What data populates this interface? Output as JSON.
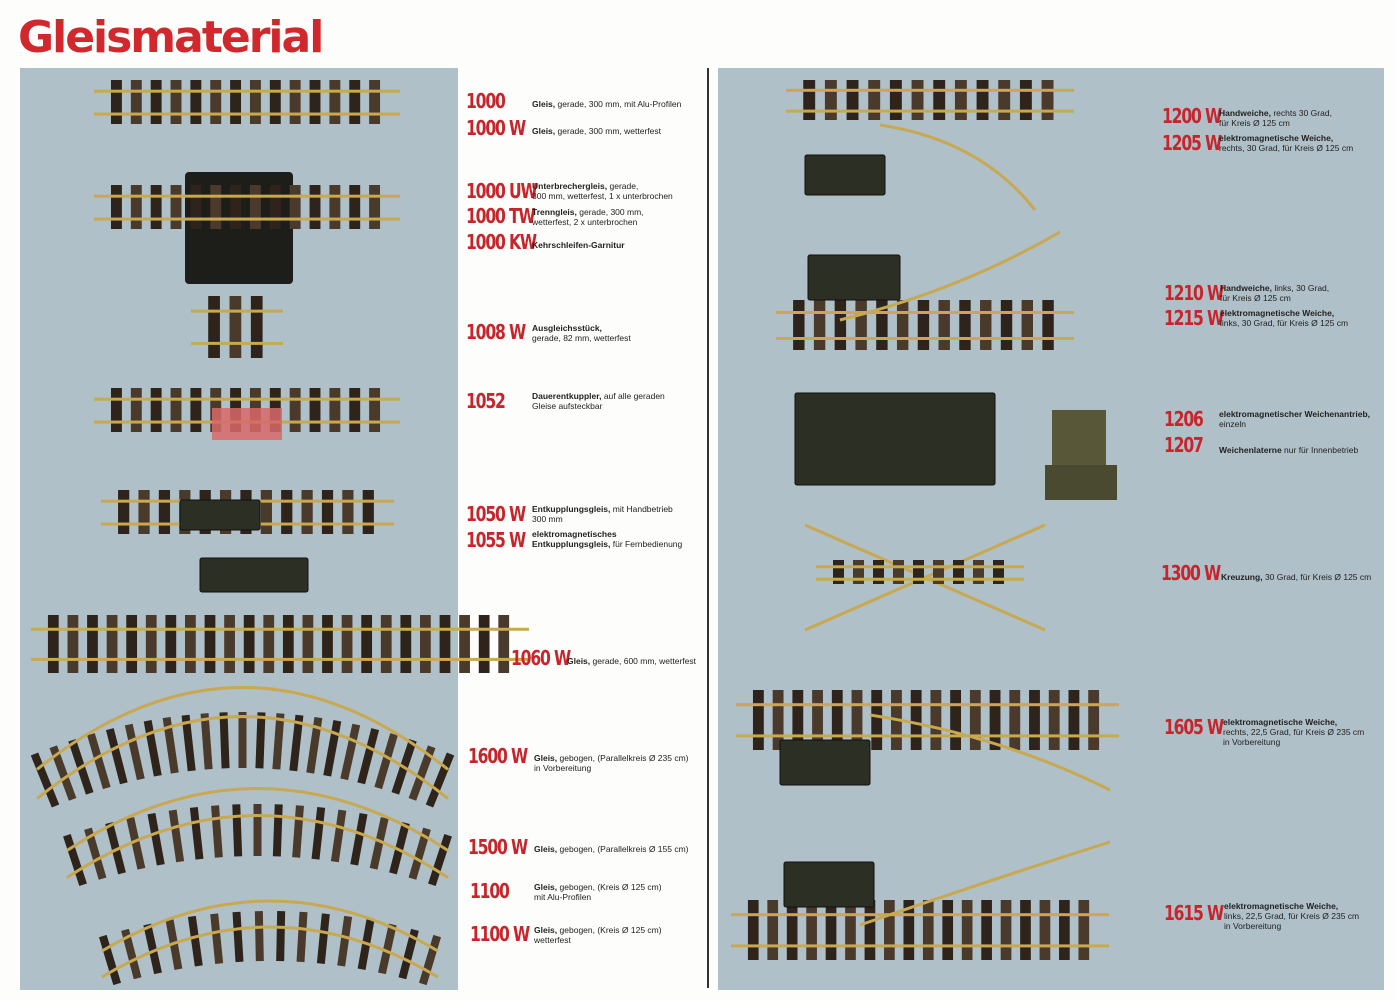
{
  "page": {
    "title": "Gleismaterial"
  },
  "colors": {
    "accent_red": "#c7252c",
    "panel_blue": "#b0c0c8",
    "sleeper_brown": "#4a3a2c",
    "rail_brass": "#c8a850"
  },
  "left_entries": [
    {
      "number": "1000",
      "name": "Gleis,",
      "text": "gerade, 300 mm, mit Alu-Profilen",
      "line2": ""
    },
    {
      "number": "1000 W",
      "name": "Gleis,",
      "text": "gerade, 300 mm, wetterfest",
      "line2": ""
    },
    {
      "number": "1000 UW",
      "name": "Unterbrechergleis,",
      "text": "gerade,",
      "line2": "300 mm, wetterfest, 1 x unterbrochen"
    },
    {
      "number": "1000 TW",
      "name": "Trenngleis,",
      "text": "gerade, 300 mm,",
      "line2": "wetterfest, 2 x unterbrochen"
    },
    {
      "number": "1000 KW",
      "name": "Kehrschleifen-Garnitur",
      "text": "",
      "line2": ""
    },
    {
      "number": "1008 W",
      "name": "Ausgleichsstück,",
      "text": "",
      "line2": "gerade, 82 mm, wetterfest"
    },
    {
      "number": "1052",
      "name": "Dauerentkuppler,",
      "text": "auf alle geraden",
      "line2": "Gleise aufsteckbar"
    },
    {
      "number": "1050 W",
      "name": "Entkupplungsgleis,",
      "text": "mit Handbetrieb",
      "line2": "300 mm"
    },
    {
      "number": "1055 W",
      "name": "elektromagnetisches",
      "text": "",
      "line2": "Entkupplungsgleis,",
      "line2b": "für Fernbedienung"
    },
    {
      "number": "1060 W",
      "name": "Gleis,",
      "text": "gerade, 600 mm, wetterfest",
      "line2": ""
    },
    {
      "number": "1600 W",
      "name": "Gleis,",
      "text": "gebogen, (Parallelkreis Ø 235 cm)",
      "line2": "in Vorbereitung"
    },
    {
      "number": "1500 W",
      "name": "Gleis,",
      "text": "gebogen, (Parallelkreis Ø 155 cm)",
      "line2": ""
    },
    {
      "number": "1100",
      "name": "Gleis,",
      "text": "gebogen, (Kreis Ø 125 cm)",
      "line2": "mit Alu-Profilen"
    },
    {
      "number": "1100 W",
      "name": "Gleis,",
      "text": "gebogen, (Kreis Ø 125 cm)",
      "line2": "wetterfest"
    }
  ],
  "right_entries": [
    {
      "number": "1200 W",
      "name": "Handweiche,",
      "text": "rechts 30 Grad,",
      "line2": "für Kreis Ø 125 cm"
    },
    {
      "number": "1205 W",
      "name": "elektromagnetische Weiche,",
      "text": "",
      "line2": "rechts, 30 Grad, für Kreis Ø 125 cm"
    },
    {
      "number": "1210 W",
      "name": "Handweiche,",
      "text": "links, 30 Grad,",
      "line2": "für Kreis Ø 125 cm"
    },
    {
      "number": "1215 W",
      "name": "elektromagnetische Weiche,",
      "text": "",
      "line2": "links, 30 Grad, für Kreis Ø 125 cm"
    },
    {
      "number": "1206",
      "name": "elektromagnetischer Weichenantrieb,",
      "text": "",
      "line2": "einzeln"
    },
    {
      "number": "1207",
      "name": "Weichenlaterne",
      "text": "nur für Innenbetrieb",
      "line2": ""
    },
    {
      "number": "1300 W",
      "name": "Kreuzung,",
      "text": "30 Grad, für Kreis Ø 125 cm",
      "line2": ""
    },
    {
      "number": "1605 W",
      "name": "elektromagnetische Weiche,",
      "text": "",
      "line2": "rechts, 22,5 Grad, für Kreis Ø 235 cm",
      "line3": "in Vorbereitung"
    },
    {
      "number": "1615 W",
      "name": "elektromagnetische Weiche,",
      "text": "",
      "line2": "links, 22,5 Grad, für Kreis Ø 235 cm",
      "line3": "in Vorbereitung"
    }
  ]
}
